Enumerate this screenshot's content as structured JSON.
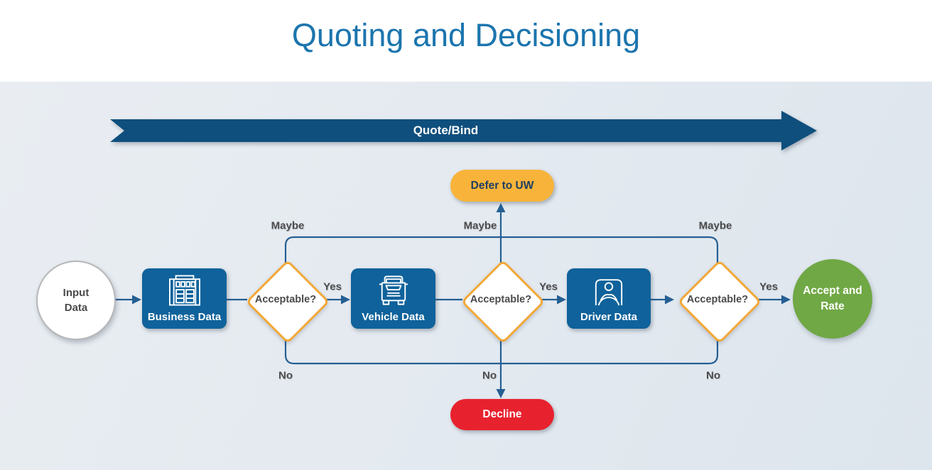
{
  "title": "Quoting and Decisioning",
  "banner": {
    "label": "Quote/Bind"
  },
  "nodes": {
    "input": {
      "label": "Input Data",
      "shape": "circle"
    },
    "business": {
      "label": "Business Data",
      "icon": "building-icon"
    },
    "vehicle": {
      "label": "Vehicle Data",
      "icon": "truck-icon"
    },
    "driver": {
      "label": "Driver Data",
      "icon": "driver-icon"
    },
    "accept": {
      "label": "Accept and Rate",
      "shape": "circle"
    },
    "defer": {
      "label": "Defer to UW",
      "shape": "pill"
    },
    "decline": {
      "label": "Decline",
      "shape": "pill"
    }
  },
  "decisions": [
    {
      "label": "Acceptable?"
    },
    {
      "label": "Acceptable?"
    },
    {
      "label": "Acceptable?"
    }
  ],
  "edge_labels": {
    "yes": [
      "Yes",
      "Yes",
      "Yes"
    ],
    "maybe": [
      "Maybe",
      "Maybe",
      "Maybe"
    ],
    "no": [
      "No",
      "No",
      "No"
    ]
  },
  "colors": {
    "title_blue": "#1c75ae",
    "banner_navy": "#0f4f7d",
    "node_blue": "#0f629b",
    "connector_blue": "#255f93",
    "diamond_border_orange": "#f2a838",
    "defer_yellow": "#f8b43a",
    "defer_text_navy": "#1d3e62",
    "decline_red": "#e8212e",
    "accept_green": "#70a845",
    "label_gray": "#4b4b4d"
  }
}
